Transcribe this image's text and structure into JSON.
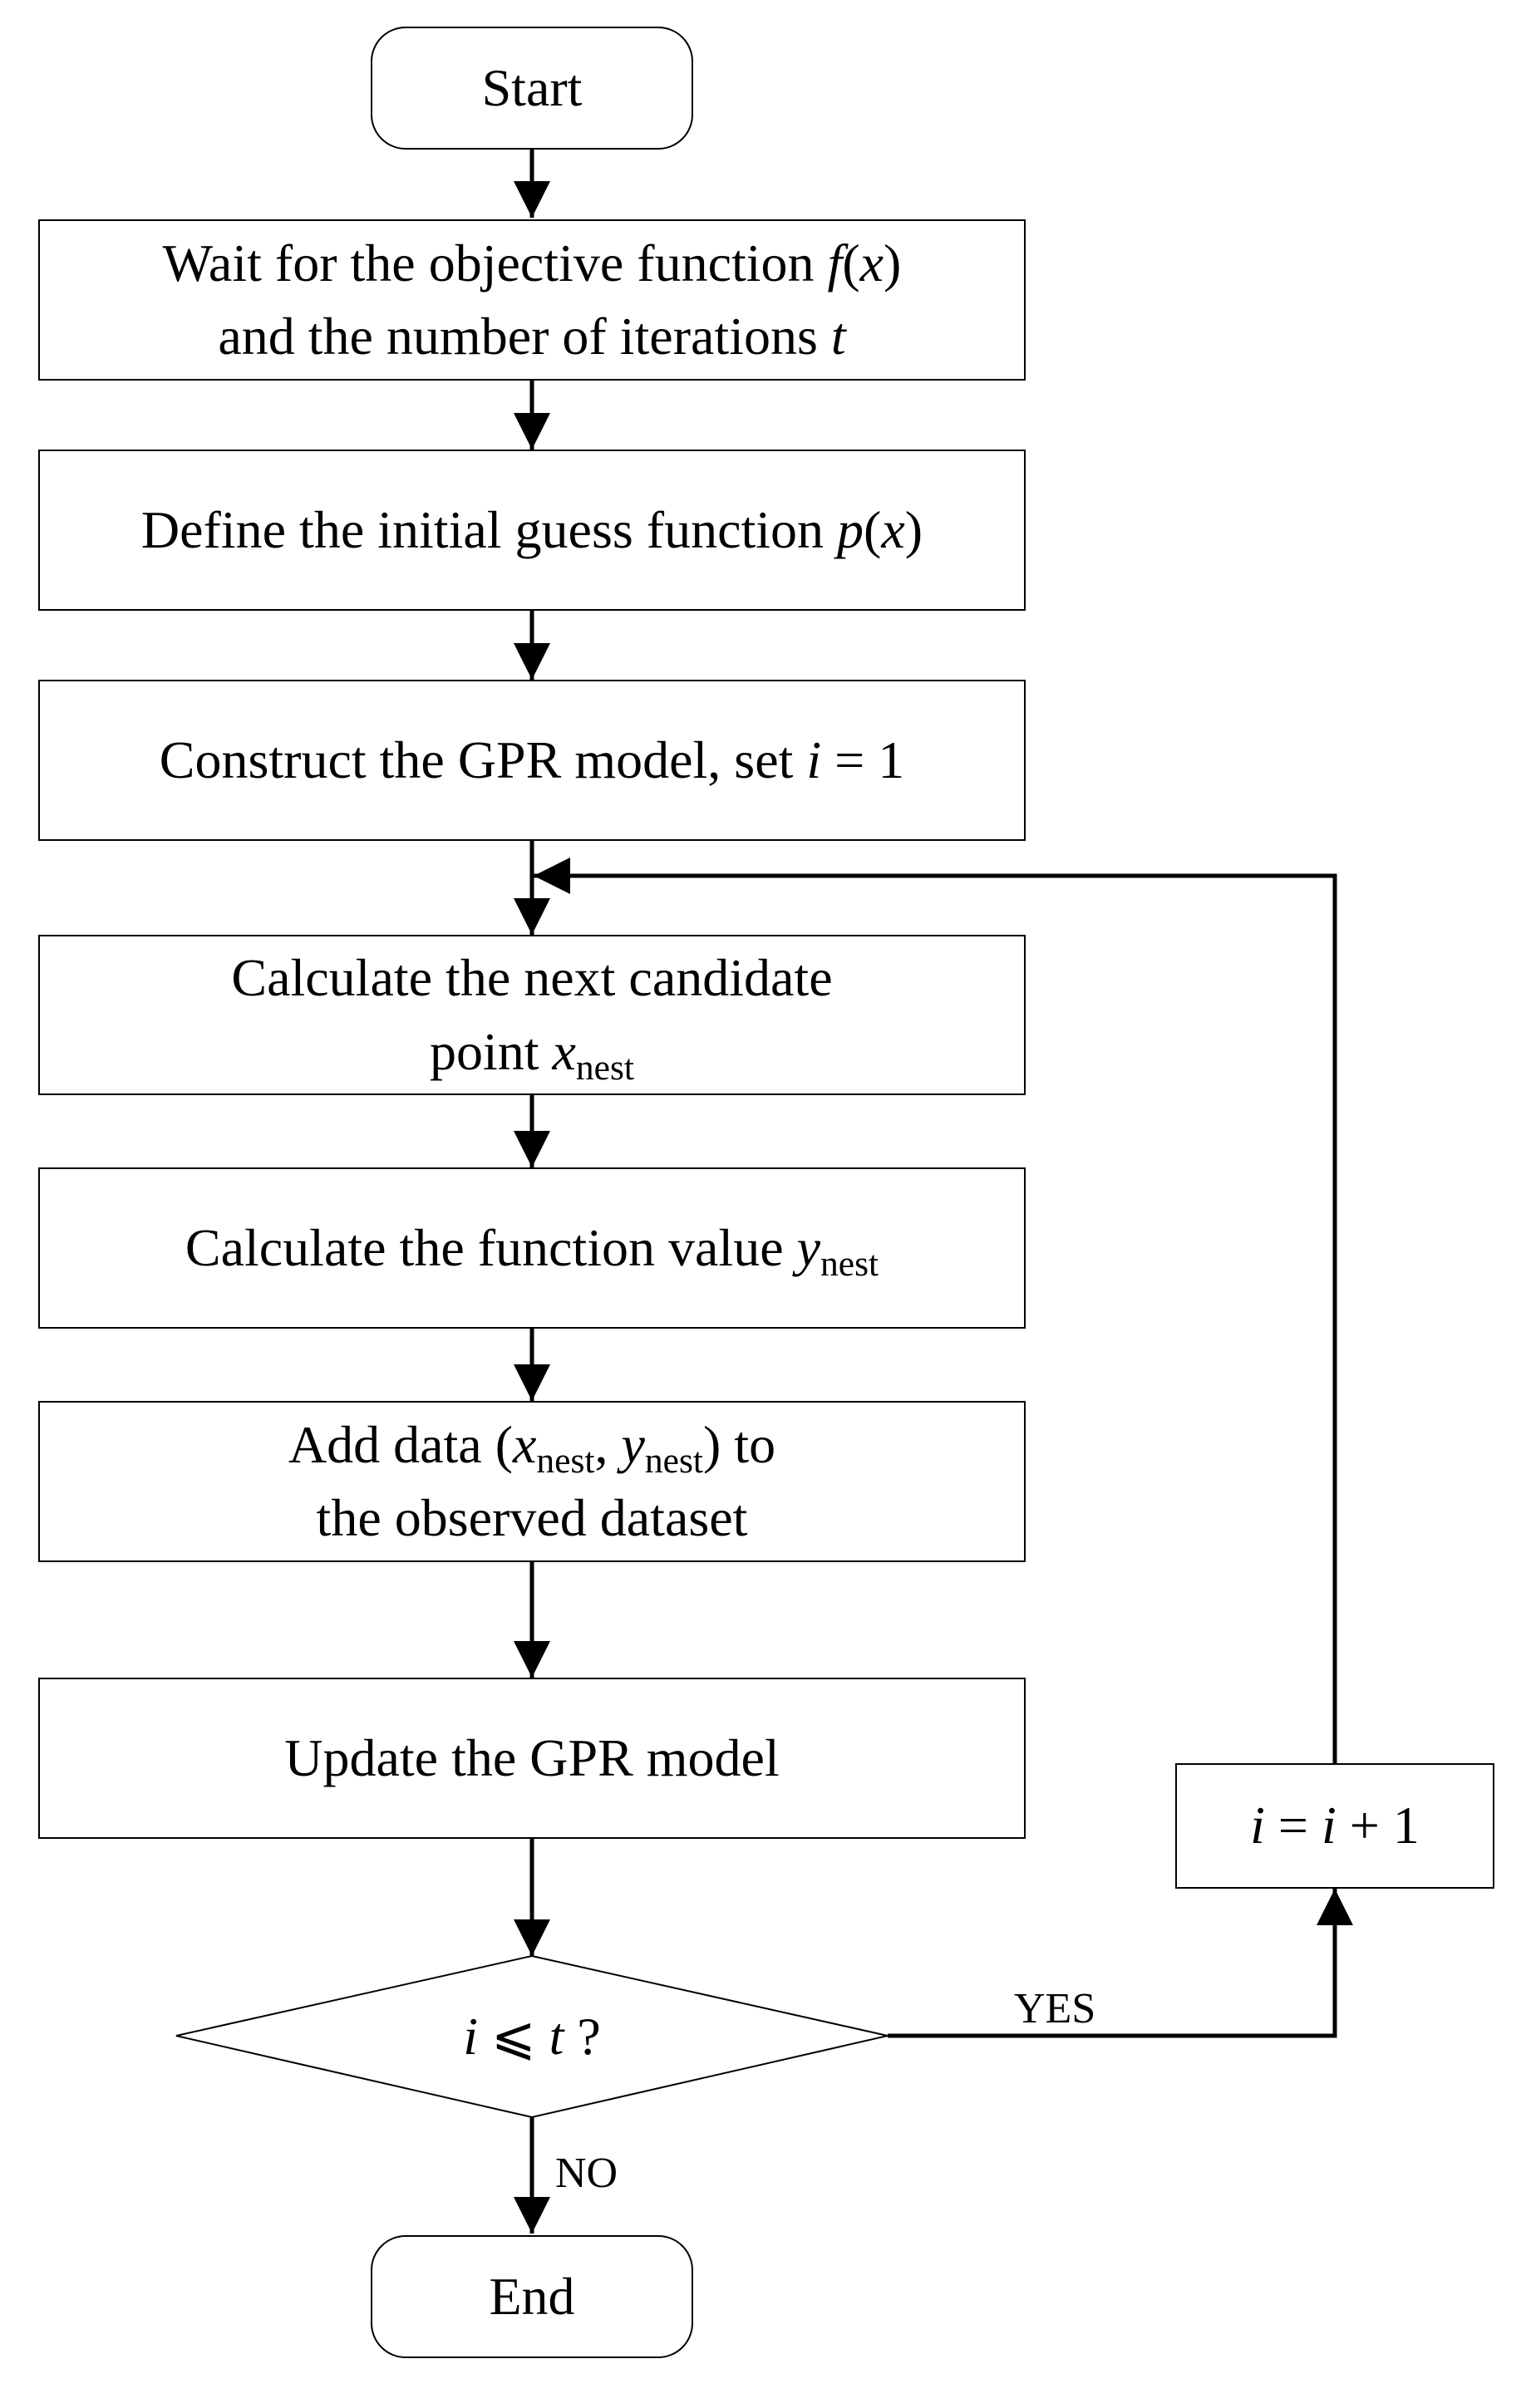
{
  "nodes": {
    "start": {
      "label": "Start"
    },
    "wait": {
      "line1_prefix": "Wait for the objective function ",
      "f": "f",
      "x": "x",
      "line2_prefix": "and the number of iterations ",
      "t": "t"
    },
    "define": {
      "prefix": "Define the initial guess function ",
      "p": "p",
      "x": "x"
    },
    "construct": {
      "prefix": "Construct the GPR model, set ",
      "i": "i",
      "suffix": " = 1"
    },
    "candidate": {
      "line1": "Calculate the next candidate",
      "line2_prefix": "point ",
      "x": "x",
      "sub": "nest"
    },
    "value": {
      "prefix": "Calculate the function value ",
      "y": "y",
      "sub": "nest"
    },
    "add": {
      "line1_prefix": "Add data (",
      "x": "x",
      "sub1": "nest",
      "comma": ", ",
      "y": "y",
      "sub2": "nest",
      "line1_suffix": ") to",
      "line2": "the observed dataset"
    },
    "update": {
      "label": "Update the GPR model"
    },
    "decision": {
      "i": "i",
      "op": " ⩽ ",
      "t": "t",
      "q": " ?"
    },
    "increment": {
      "i1": "i",
      "eq": " = ",
      "i2": "i",
      "plus": " + 1"
    },
    "end": {
      "label": "End"
    }
  },
  "edges": {
    "yes_label": "YES",
    "no_label": "NO"
  }
}
